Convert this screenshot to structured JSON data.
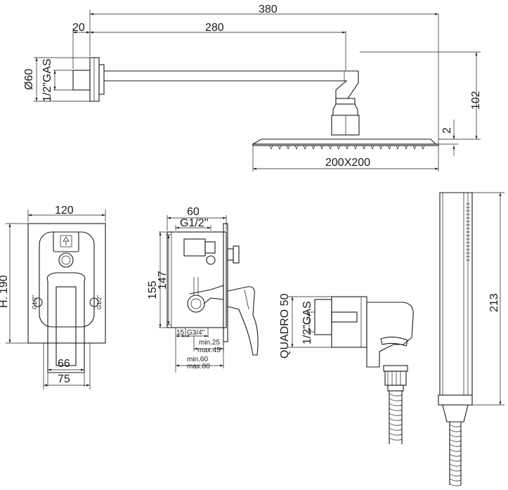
{
  "shower_arm": {
    "dim_total": "380",
    "dim_offset": "20",
    "dim_arm": "280",
    "dim_diameter": "Ø60",
    "dim_thread": "1/2\"GAS",
    "dim_drop": "102",
    "dim_head_thickness": "2",
    "dim_head_size": "200X200"
  },
  "mixer_front": {
    "dim_width": "120",
    "dim_height": "190",
    "dim_height_prefix": "H.",
    "dim_inner": "66",
    "dim_outer": "75",
    "port_left": "G1/2\"",
    "port_right": "G1/2\""
  },
  "mixer_side": {
    "dim_depth": "60",
    "dim_thread": "G1/2\"",
    "dim_h1": "155",
    "dim_h2": "147",
    "dim_small": "15",
    "dim_thread2": "G3/4\"",
    "dim_min25": "min.25",
    "dim_max45": "max.45",
    "dim_min60": "min.60",
    "dim_max80": "max.80"
  },
  "wall_outlet": {
    "dim_square": "QUADRO 50",
    "dim_thread": "1/2\"GAS"
  },
  "hand_shower": {
    "dim_length": "213"
  }
}
